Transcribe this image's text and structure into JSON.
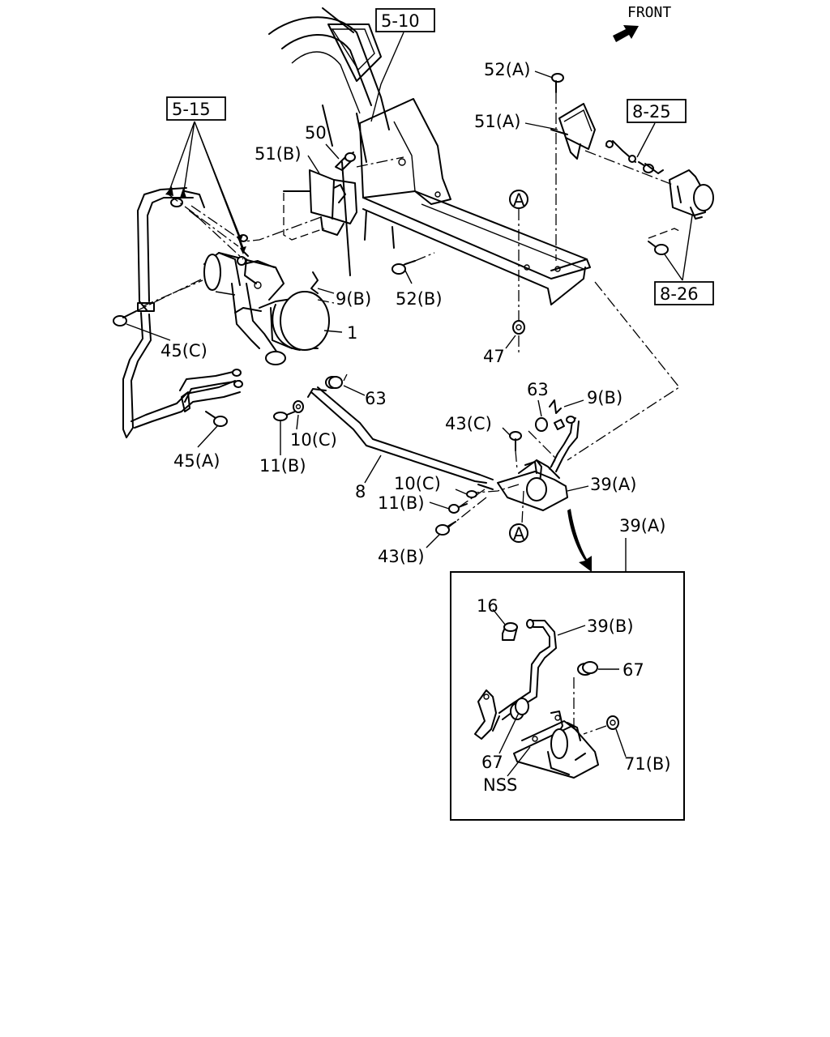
{
  "front_label": "FRONT",
  "ref_boxes": {
    "r510": "5-10",
    "r515": "5-15",
    "r825": "8-25",
    "r826": "8-26"
  },
  "callouts": {
    "c52a": "52(A)",
    "c51a": "51(A)",
    "c50": "50",
    "c51b": "51(B)",
    "c9b_top": "9(B)",
    "c52b": "52(B)",
    "c1": "1",
    "c45c": "45(C)",
    "c47": "47",
    "c63_left": "63",
    "c63_right": "63",
    "c9b_right": "9(B)",
    "c43c": "43(C)",
    "c10c_left": "10(C)",
    "c11b_left": "11(B)",
    "c45a": "45(A)",
    "c8": "8",
    "c10c_mid": "10(C)",
    "c11b_mid": "11(B)",
    "c39a": "39(A)",
    "c43b": "43(B)",
    "c39a_detail": "39(A)",
    "a_top": "A",
    "a_bottom": "A"
  },
  "detail": {
    "c16": "16",
    "c39b": "39(B)",
    "c67_top": "67",
    "c67_bottom": "67",
    "c71b": "71(B)",
    "nss": "NSS"
  }
}
